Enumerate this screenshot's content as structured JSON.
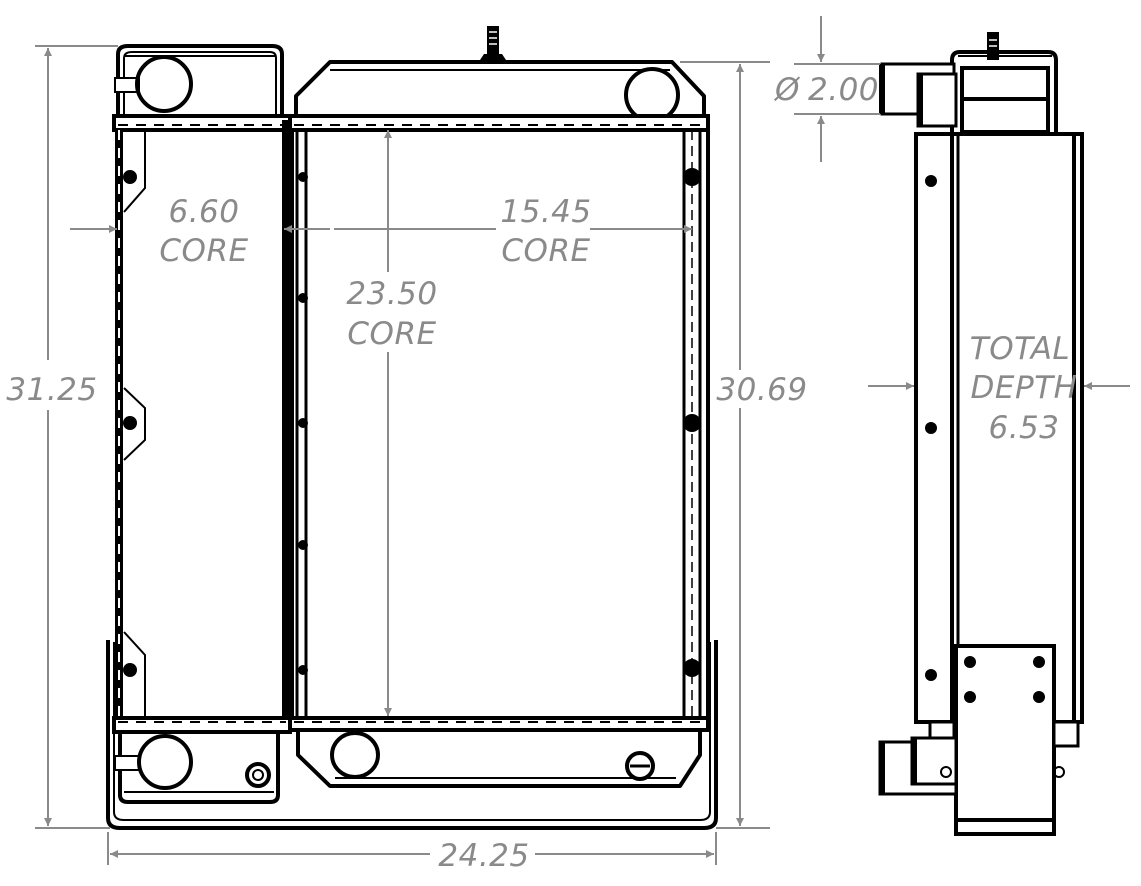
{
  "drawing": {
    "title": "Radiator / cooler assembly dimension drawing",
    "units": "inches",
    "views": [
      "front-view",
      "side-view"
    ],
    "dimensions": {
      "overall_height": "31.25",
      "main_height": "30.69",
      "overall_width": "24.25",
      "left_core_width": "6.60",
      "left_core_label": "CORE",
      "right_core_width": "15.45",
      "right_core_label": "CORE",
      "core_height": "23.50",
      "core_height_label": "CORE",
      "inlet_diameter": "2.00",
      "diameter_symbol": "Ø",
      "total_depth_line1": "TOTAL",
      "total_depth_line2": "DEPTH",
      "total_depth": "6.53"
    },
    "colors": {
      "dimension": "#8a8a8a",
      "outline": "#000000",
      "background": "#ffffff"
    }
  }
}
